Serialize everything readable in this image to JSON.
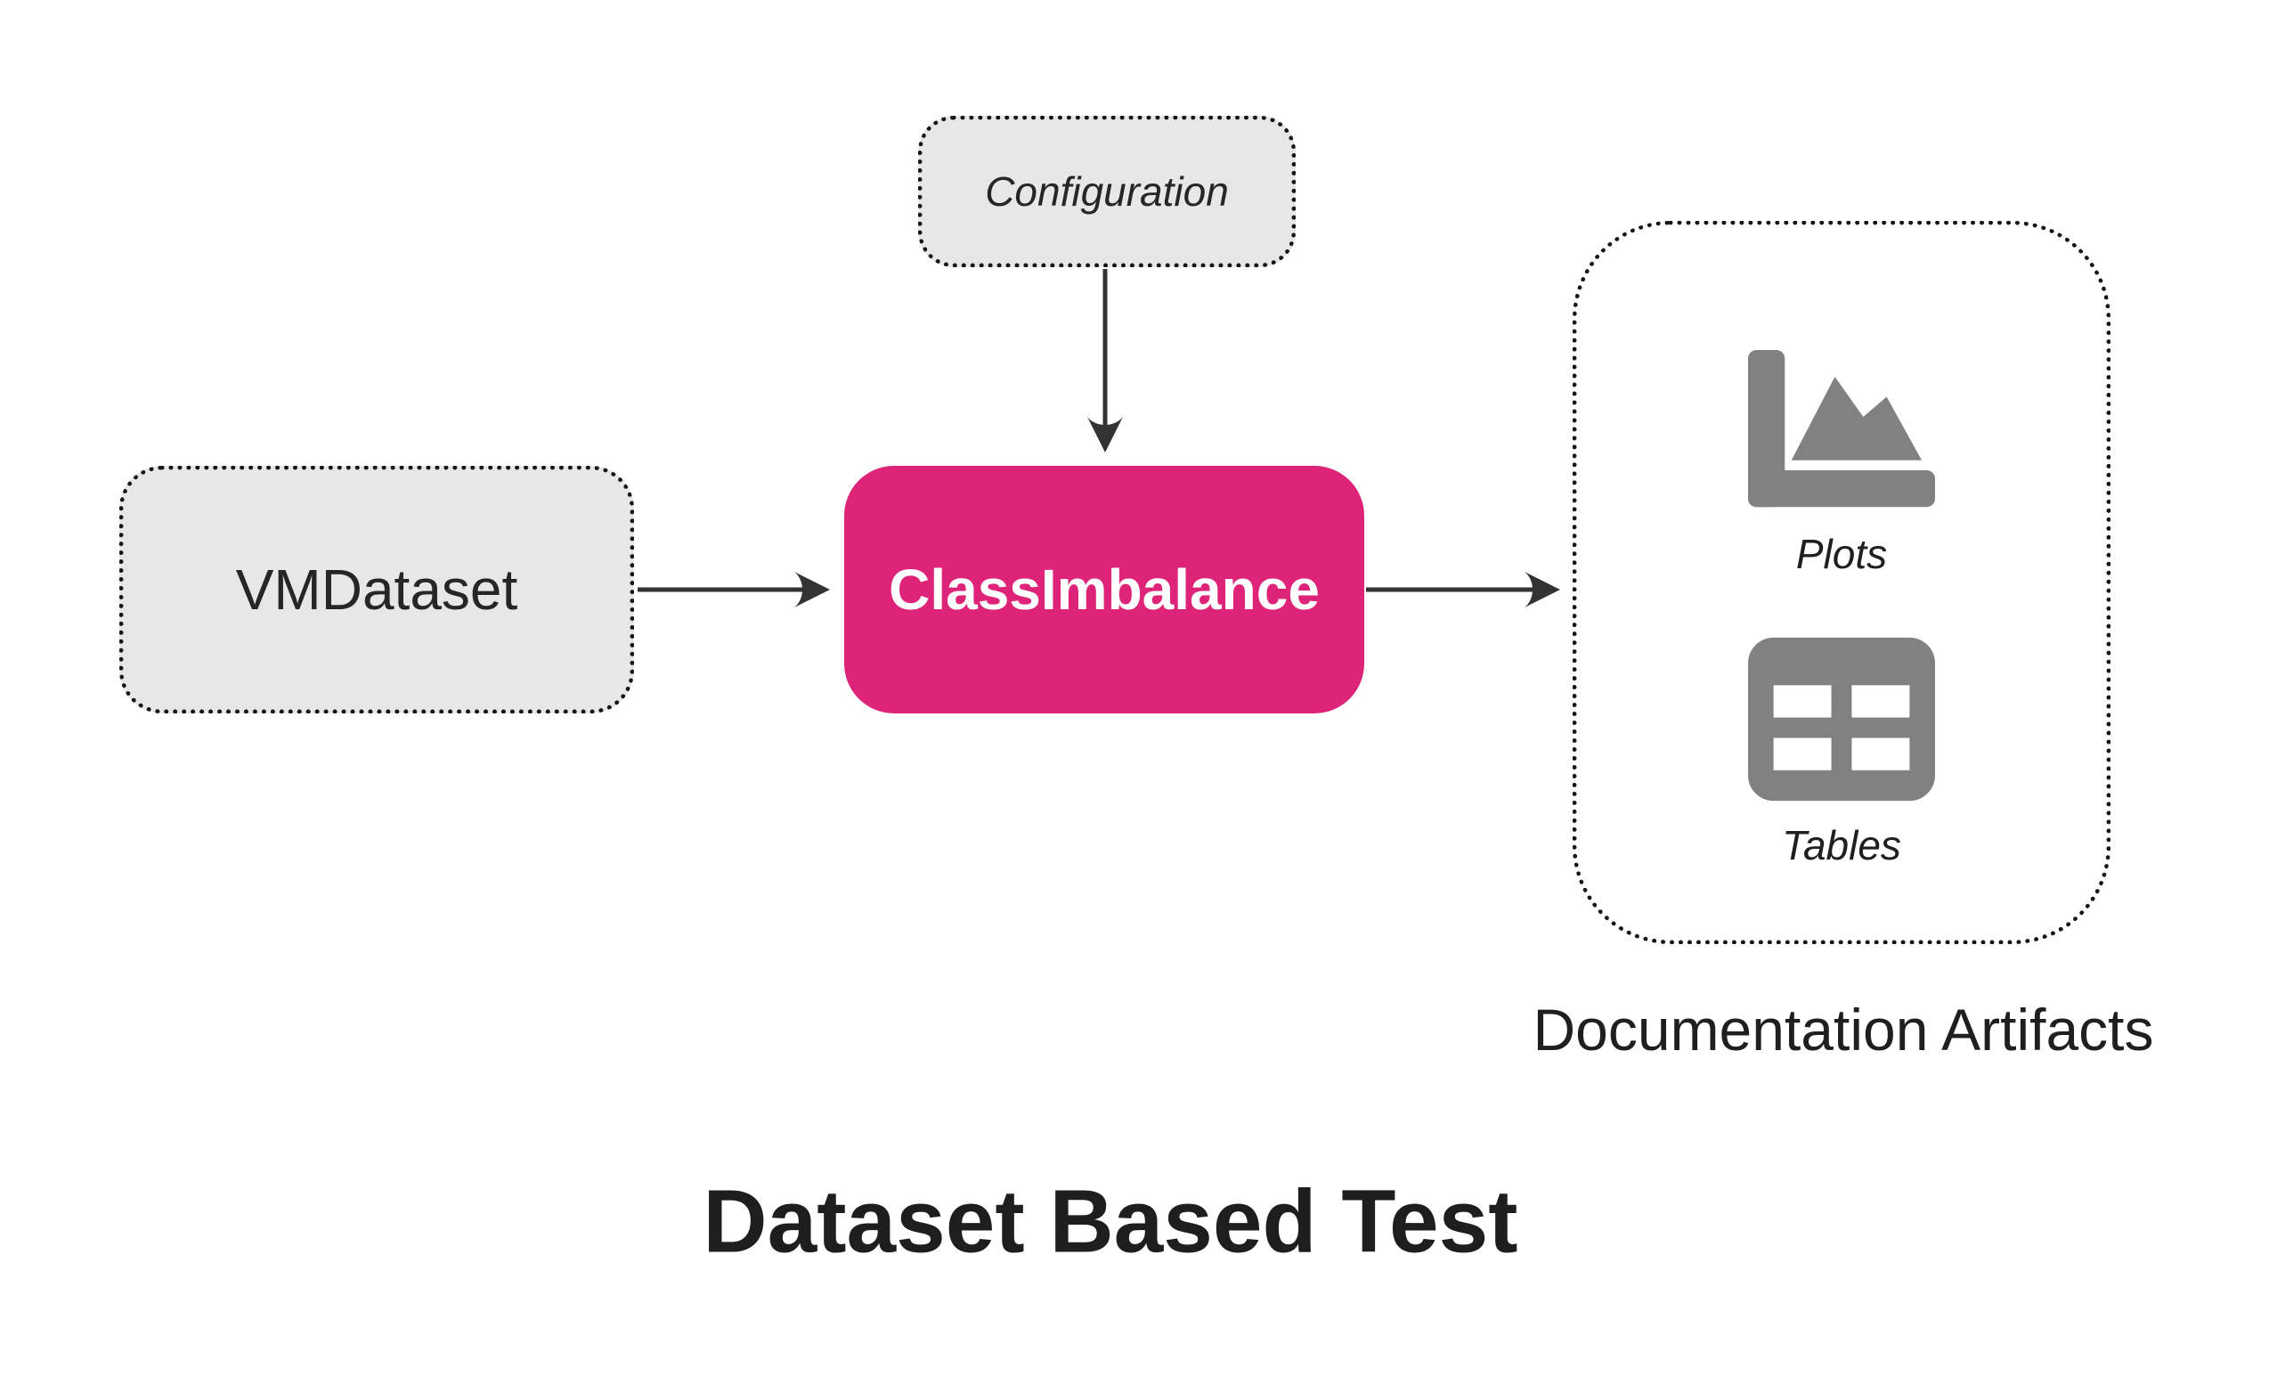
{
  "diagram": {
    "title": "Dataset Based Test",
    "nodes": {
      "configuration": {
        "label": "Configuration",
        "shape": "dotted-rounded-rect",
        "fill": "#e7e7e7"
      },
      "vmdataset": {
        "label": "VMDataset",
        "shape": "dotted-rounded-rect",
        "fill": "#e7e7e7"
      },
      "test": {
        "label": "ClassImbalance",
        "shape": "rounded-rect",
        "fill": "#de2478",
        "text_color": "#ffffff"
      },
      "artifacts": {
        "caption": "Documentation Artifacts",
        "shape": "dotted-rounded-container",
        "items": [
          {
            "label": "Plots",
            "icon": "area-chart-icon"
          },
          {
            "label": "Tables",
            "icon": "table-icon"
          }
        ]
      }
    },
    "edges": [
      {
        "from": "configuration",
        "to": "test",
        "direction": "down"
      },
      {
        "from": "vmdataset",
        "to": "test",
        "direction": "right"
      },
      {
        "from": "test",
        "to": "artifacts",
        "direction": "right"
      }
    ],
    "colors": {
      "accent_pink": "#de2478",
      "box_fill_gray": "#e7e7e7",
      "icon_gray": "#818181",
      "arrow": "#333333",
      "border": "#161616",
      "text": "#262626"
    }
  }
}
